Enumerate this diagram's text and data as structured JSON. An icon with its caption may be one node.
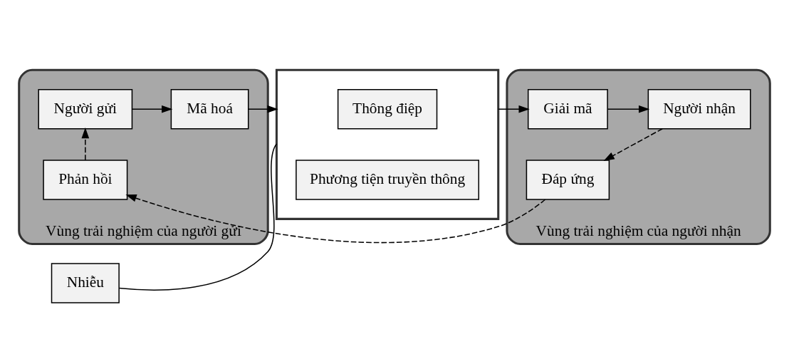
{
  "diagram": {
    "nodes": [
      {
        "text": [
          "Vùng trải nghiệm của người gửi"
        ]
      },
      {
        "text": [
          "Vùng trải nghiệm của người nhận"
        ]
      },
      {
        "text": [
          "Người gửi"
        ],
        "in": 0
      },
      {
        "text": [
          "Mã hoá"
        ],
        "in": 0
      },
      {
        "text": [],
        "shape": "box"
      },
      {
        "text": [
          "Thông điệp"
        ],
        "in": 4
      },
      {
        "text": [
          "Phương tiện truyền thông"
        ],
        "in": 4
      },
      {
        "text": [
          "Giải mã"
        ],
        "in": 1
      },
      {
        "text": [
          "Người nhận"
        ],
        "in": 1
      },
      {
        "text": [
          "Nhiễu"
        ]
      },
      {
        "text": [
          "Đáp ứng"
        ],
        "in": 1
      },
      {
        "text": [
          "Phản hồi"
        ],
        "in": 0
      }
    ],
    "edges": [
      {
        "from": 2,
        "to": 3,
        "arrow": "to"
      },
      {
        "from": 3,
        "to": 4,
        "arrow": "to"
      },
      {
        "from": 4,
        "to": 7,
        "arrow": "to"
      },
      {
        "from": 7,
        "to": 8,
        "arrow": "to"
      },
      {
        "from": 9,
        "to": 4,
        "arrow": "none"
      },
      {
        "from": 8,
        "to": 10,
        "arrow": "to",
        "style": "dashed"
      },
      {
        "from": 10,
        "to": 11,
        "arrow": "to",
        "style": "dashed"
      },
      {
        "from": 11,
        "to": 2,
        "arrow": "to",
        "style": "dashed"
      }
    ]
  }
}
